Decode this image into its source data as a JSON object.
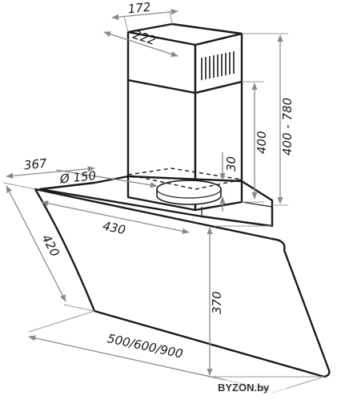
{
  "diagram": {
    "dimensions": {
      "chimney_width": "172",
      "chimney_depth": "222",
      "chimney_height": "400",
      "total_height": "400 - 780",
      "outlet_height": "30",
      "outlet_diameter": "Ø 150",
      "canopy_depth": "367",
      "body_width": "430",
      "glass_height": "420",
      "front_height": "370",
      "widths": "500/600/900"
    },
    "watermark": "BYZON.by"
  }
}
